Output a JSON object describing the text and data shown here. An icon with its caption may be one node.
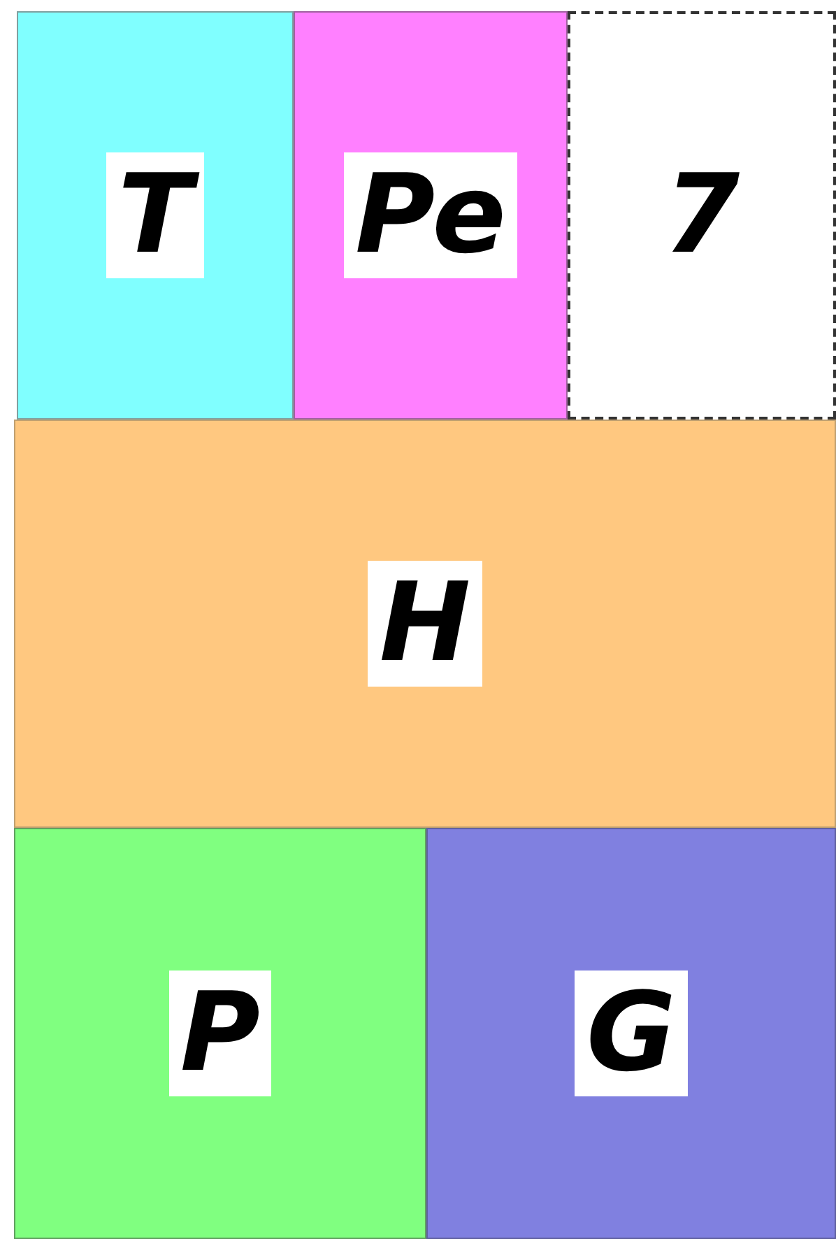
{
  "diagram": {
    "nodes": [
      {
        "text": [
          "T"
        ]
      },
      {
        "text": [
          "Pe"
        ]
      },
      {
        "text": [
          "7"
        ]
      },
      {
        "text": [
          "H"
        ]
      },
      {
        "text": [
          "P"
        ]
      },
      {
        "text": [
          "G"
        ]
      }
    ]
  }
}
